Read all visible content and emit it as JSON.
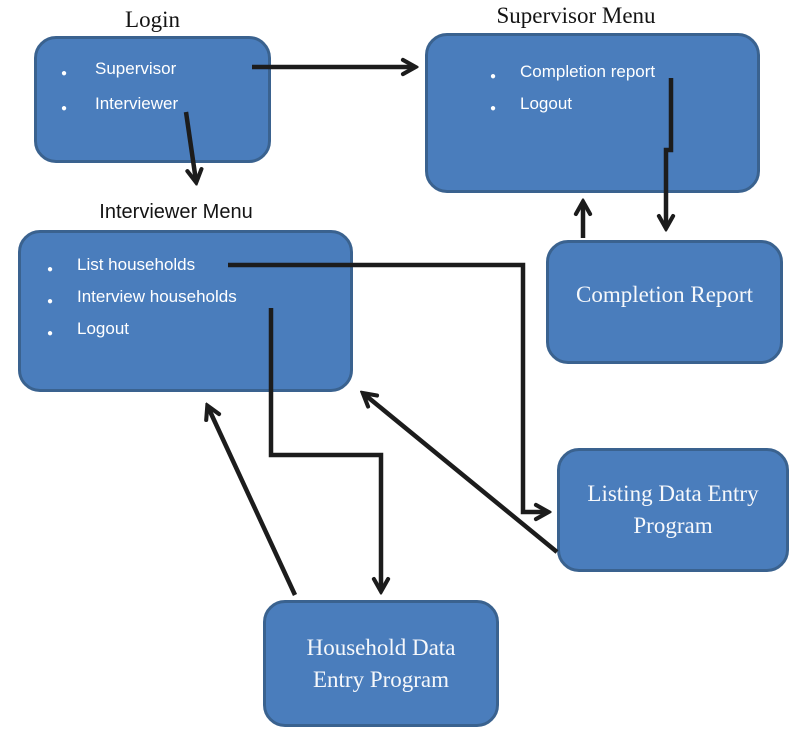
{
  "diagram": {
    "description": "Menu navigation flowchart for survey data entry system"
  },
  "nodes": {
    "login": {
      "title": "Login",
      "items": [
        "Supervisor",
        "Interviewer"
      ]
    },
    "supervisor_menu": {
      "title": "Supervisor Menu",
      "items": [
        "Completion report",
        "Logout"
      ]
    },
    "interviewer_menu": {
      "title": "Interviewer Menu",
      "items": [
        "List households",
        "Interview households",
        "Logout"
      ]
    },
    "completion_report": {
      "label": "Completion Report"
    },
    "listing_program": {
      "label": "Listing Data Entry Program"
    },
    "household_program": {
      "label": "Household Data Entry Program"
    }
  },
  "edges": [
    {
      "from": "login-supervisor-item",
      "to": "supervisor-menu"
    },
    {
      "from": "login-interviewer-item",
      "to": "interviewer-menu"
    },
    {
      "from": "supervisor-completion-report-item",
      "to": "completion-report"
    },
    {
      "from": "completion-report",
      "to": "supervisor-menu"
    },
    {
      "from": "interviewer-list-households-item",
      "to": "listing-program"
    },
    {
      "from": "interviewer-interview-households-item",
      "to": "household-program"
    },
    {
      "from": "household-program",
      "to": "interviewer-menu"
    },
    {
      "from": "listing-program",
      "to": "interviewer-menu"
    }
  ],
  "colors": {
    "box_fill": "#4A7DBC",
    "box_border": "#3A628F",
    "arrow": "#1C1C1C",
    "box_text": "#FFFFFF",
    "title_text": "#141414",
    "background": "#FFFFFF"
  }
}
